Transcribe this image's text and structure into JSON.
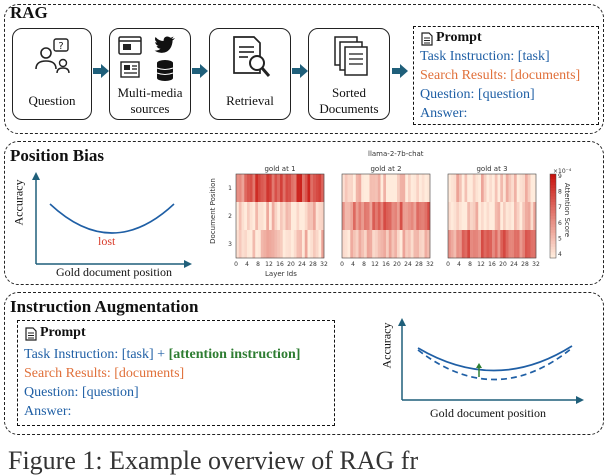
{
  "rag": {
    "title": "RAG",
    "steps": [
      "Question",
      "Multi-media sources",
      "Retrieval",
      "Sorted Documents"
    ],
    "steps_split": [
      [
        "Question"
      ],
      [
        "Multi-media",
        "sources"
      ],
      [
        "Retrieval"
      ],
      [
        "Sorted",
        "Documents"
      ]
    ],
    "prompt": {
      "title": "Prompt",
      "task": "Task Instruction: [task]",
      "search": "Search Results: [documents]",
      "question": "Question: [question]",
      "answer": "Answer:"
    }
  },
  "position_bias": {
    "title": "Position Bias",
    "plot": {
      "ylabel": "Accuracy",
      "xlabel": "Gold document position",
      "annotation": "lost"
    },
    "heatmap": {
      "title": "llama-2-7b-chat",
      "panels": [
        "gold at 1",
        "gold at 2",
        "gold at 3"
      ],
      "ylabel": "Document Position",
      "xlabel": "Layer Ids",
      "yticks": [
        "1",
        "2",
        "3"
      ],
      "xticks": [
        "0",
        "4",
        "8",
        "12",
        "16",
        "20",
        "24",
        "28",
        "32"
      ],
      "colorbar_label": "Attention Score",
      "colorbar_ticks": [
        "9",
        "8",
        "7",
        "6",
        "5",
        "4"
      ],
      "colorbar_exp": "×10⁻⁴"
    }
  },
  "instruction_aug": {
    "title": "Instruction Augmentation",
    "prompt": {
      "title": "Prompt",
      "task": "Task Instruction: [task] + ",
      "attention": "[attention instruction]",
      "search": "Search Results: [documents]",
      "question": "Question: [question]",
      "answer": "Answer:"
    },
    "plot": {
      "ylabel": "Accuracy",
      "xlabel": "Gold document position"
    }
  },
  "caption": "Figure 1: Example overview of RAG fr",
  "colors": {
    "arrow": "#1f5f7a",
    "curve": "#1f5fa5",
    "lost": "#d83a2a",
    "orange": "#e0703a",
    "green": "#2e7d32"
  }
}
